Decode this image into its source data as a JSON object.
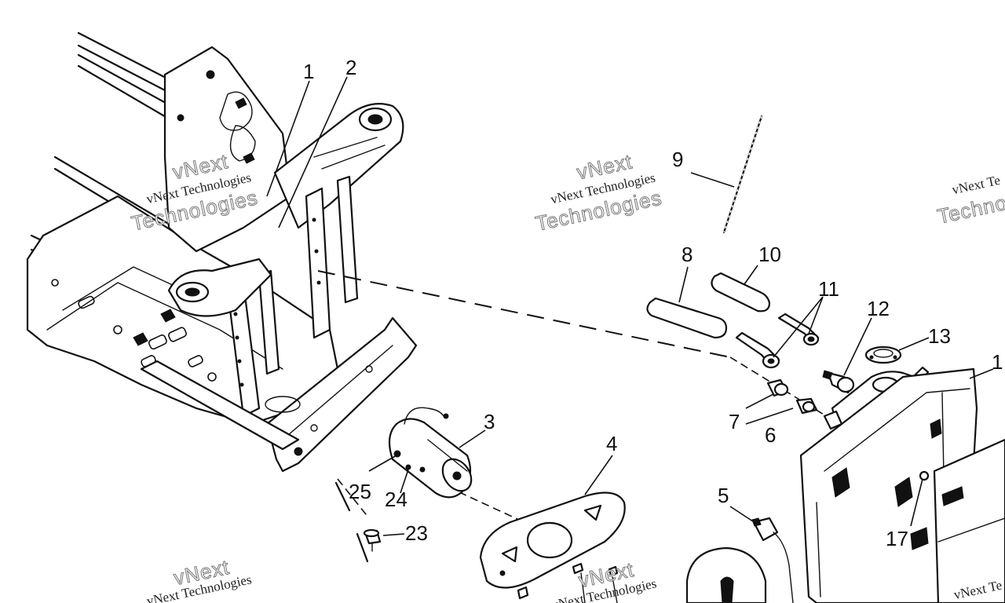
{
  "callouts": {
    "c1": "1",
    "c2": "2",
    "c3": "3",
    "c4": "4",
    "c5": "5",
    "c6": "6",
    "c7": "7",
    "c8": "8",
    "c9": "9",
    "c10": "10",
    "c11": "11",
    "c12": "12",
    "c13": "13",
    "c14": "1",
    "c17": "17",
    "c23": "23",
    "c24": "24",
    "c25": "25"
  },
  "watermark": {
    "company": "vNext Technologies",
    "brand": "vNext",
    "word": "Technologies",
    "short": "vNext Te",
    "partial": "Technol"
  }
}
